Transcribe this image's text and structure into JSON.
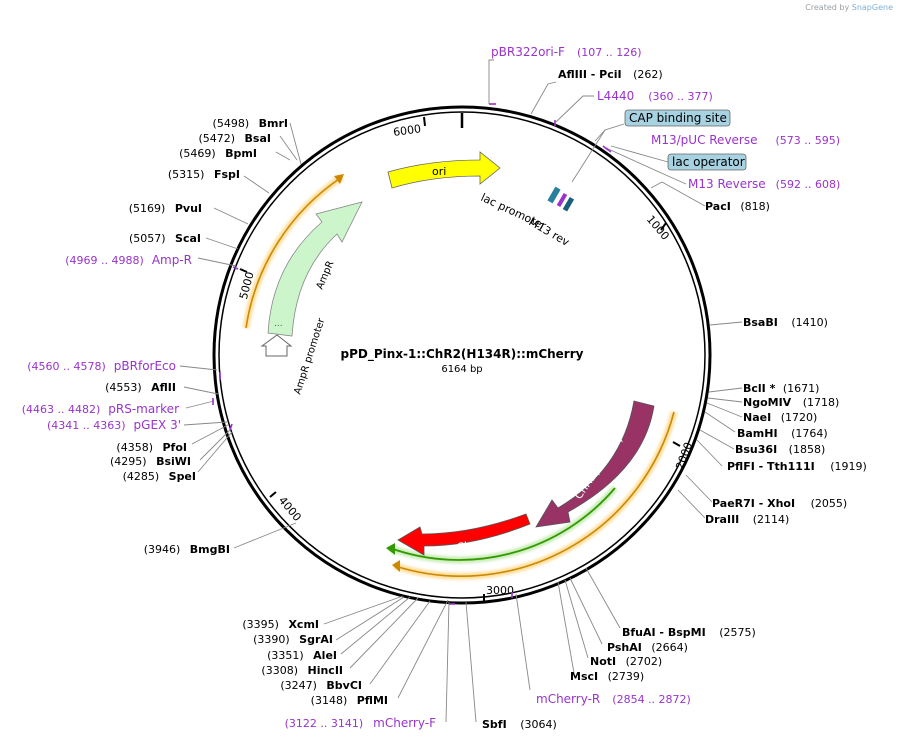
{
  "credit": {
    "prefix": "Created by",
    "brand": "SnapGene"
  },
  "plasmid": {
    "name": "pPD_Pinx-1::ChR2(H134R)::mCherry",
    "size": "6164 bp"
  },
  "ticks": [
    "1000",
    "2000",
    "3000",
    "4000",
    "5000",
    "6000"
  ],
  "features": {
    "ori": "ori",
    "ampr": "AmpR",
    "amp_promoter": "AmpR promoter",
    "chr2": "ChR2(H134R)",
    "mcherry": "mCherry",
    "lac_promoter": "lac promoter",
    "m13rev": "M13 rev"
  },
  "boxes": {
    "cap": "CAP binding site",
    "lacop": "lac operator"
  },
  "sites": [
    {
      "name": "AflIII - PciI",
      "pos": "(262)"
    },
    {
      "name": "PacI",
      "pos": "(818)"
    },
    {
      "name": "BsaBI",
      "pos": "(1410)"
    },
    {
      "name": "BclI *",
      "pos": "(1671)"
    },
    {
      "name": "NgoMIV",
      "pos": "(1718)"
    },
    {
      "name": "NaeI",
      "pos": "(1720)"
    },
    {
      "name": "BamHI",
      "pos": "(1764)"
    },
    {
      "name": "Bsu36I",
      "pos": "(1858)"
    },
    {
      "name": "PflFI - Tth111I",
      "pos": "(1919)"
    },
    {
      "name": "PaeR7I - XhoI",
      "pos": "(2055)"
    },
    {
      "name": "DraIII",
      "pos": "(2114)"
    },
    {
      "name": "BfuAI - BspMI",
      "pos": "(2575)"
    },
    {
      "name": "PshAI",
      "pos": "(2664)"
    },
    {
      "name": "NotI",
      "pos": "(2702)"
    },
    {
      "name": "MscI",
      "pos": "(2739)"
    },
    {
      "name": "SbfI",
      "pos": "(3064)"
    },
    {
      "name": "PflMI",
      "pos": "(3148)"
    },
    {
      "name": "BbvCI",
      "pos": "(3247)"
    },
    {
      "name": "HincII",
      "pos": "(3308)"
    },
    {
      "name": "AleI",
      "pos": "(3351)"
    },
    {
      "name": "SgrAI",
      "pos": "(3390)"
    },
    {
      "name": "XcmI",
      "pos": "(3395)"
    },
    {
      "name": "BmgBI",
      "pos": "(3946)"
    },
    {
      "name": "SpeI",
      "pos": "(4285)"
    },
    {
      "name": "BsiWI",
      "pos": "(4295)"
    },
    {
      "name": "PfoI",
      "pos": "(4358)"
    },
    {
      "name": "AflII",
      "pos": "(4553)"
    },
    {
      "name": "ScaI",
      "pos": "(5057)"
    },
    {
      "name": "PvuI",
      "pos": "(5169)"
    },
    {
      "name": "FspI",
      "pos": "(5315)"
    },
    {
      "name": "BpmI",
      "pos": "(5469)"
    },
    {
      "name": "BsaI",
      "pos": "(5472)"
    },
    {
      "name": "BmrI",
      "pos": "(5498)"
    }
  ],
  "primers": [
    {
      "name": "pBR322ori-F",
      "range": "(107 .. 126)"
    },
    {
      "name": "L4440",
      "range": "(360 .. 377)"
    },
    {
      "name": "M13/pUC Reverse",
      "range": "(573 .. 595)"
    },
    {
      "name": "M13 Reverse",
      "range": "(592 .. 608)"
    },
    {
      "name": "mCherry-R",
      "range": "(2854 .. 2872)"
    },
    {
      "name": "mCherry-F",
      "range": "(3122 .. 3141)"
    },
    {
      "name": "Amp-R",
      "range": "(4969 .. 4988)"
    },
    {
      "name": "pBRforEco",
      "range": "(4560 .. 4578)"
    },
    {
      "name": "pRS-marker",
      "range": "(4463 .. 4482)"
    },
    {
      "name": "pGEX 3'",
      "range": "(4341 .. 4363)"
    }
  ],
  "colors": {
    "ori": "#ffff00",
    "ampr": "#ccf5cc",
    "chr2": "#993366",
    "mcherry": "#ff0000",
    "orf_orange": "#cc8800",
    "orf_green": "#339900",
    "primer": "#9933cc",
    "box": "#a6d2e1"
  }
}
